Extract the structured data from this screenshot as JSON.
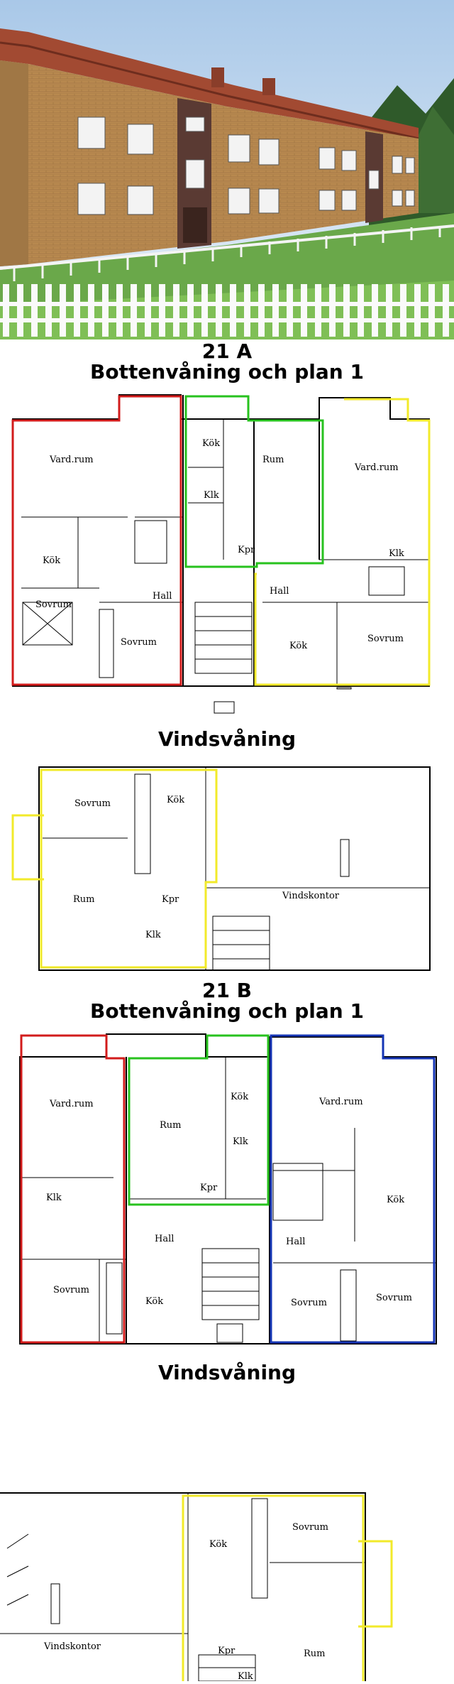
{
  "sections": [
    {
      "code": "21 A",
      "subtitle": "Bottenvåning och plan 1"
    },
    {
      "code": "21 B",
      "subtitle": "Bottenvåning och plan 1"
    }
  ],
  "attic_label": "Vindsvåning",
  "rooms": {
    "vardrum": "Vard.rum",
    "kok": "Kök",
    "klk": "Klk",
    "kpr": "Kpr",
    "rum": "Rum",
    "hall": "Hall",
    "sovrum": "Sovrum",
    "vindskontor": "Vindskontor"
  },
  "apartment_colors": {
    "red": "#d21b1b",
    "green": "#27c21e",
    "yellow": "#f2ea2a",
    "blue": "#1535b5"
  }
}
